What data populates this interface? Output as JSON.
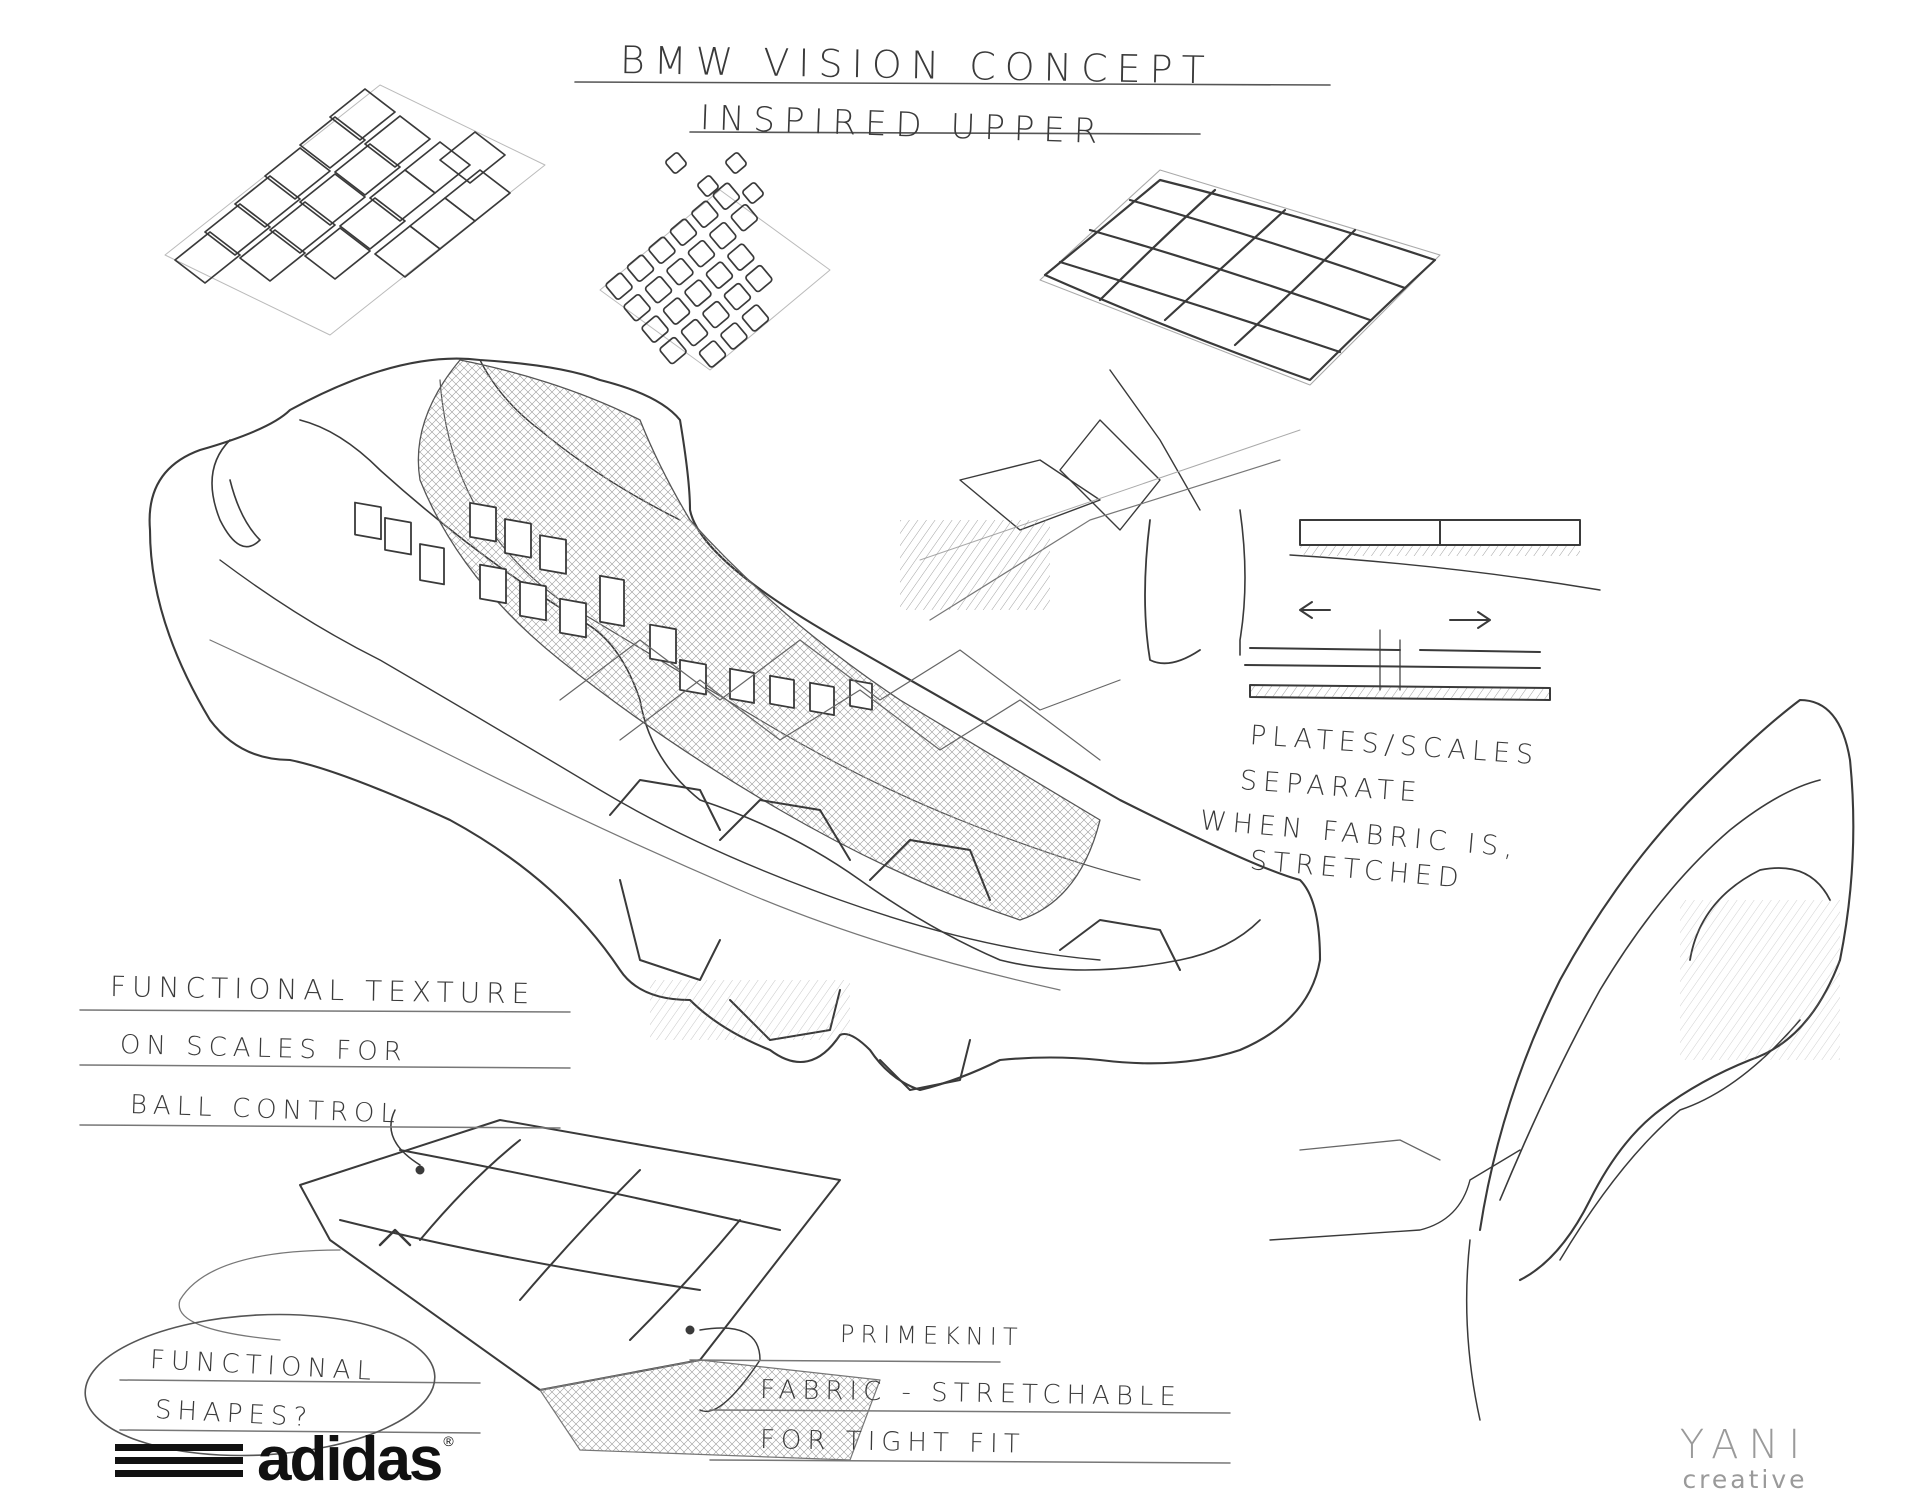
{
  "title": {
    "line1": "BMW VISION CONCEPT",
    "line2": "INSPIRED UPPER"
  },
  "notes": {
    "plates": [
      "PLATES/SCALES",
      "SEPARATE",
      "WHEN FABRIC IS,",
      "STRETCHED"
    ],
    "functional_texture": [
      "FUNCTIONAL TEXTURE",
      "ON SCALES FOR",
      "BALL CONTROL"
    ],
    "primeknit": "PRIMEKNIT",
    "fabric": [
      "FABRIC - STRETCHABLE",
      "FOR TIGHT FIT"
    ],
    "functional_shapes": [
      "FUNCTIONAL",
      "SHAPES?"
    ]
  },
  "logos": {
    "adidas": {
      "word": "adidas",
      "mark": "®"
    },
    "yani": {
      "word": "YANI",
      "sub": "creative"
    }
  },
  "colors": {
    "pencil": "#3a3a3a",
    "guide": "#b5b5b5",
    "hatch": "#8a8a8a",
    "logo_dark": "#111111",
    "logo_gray": "#9a9a9a"
  }
}
